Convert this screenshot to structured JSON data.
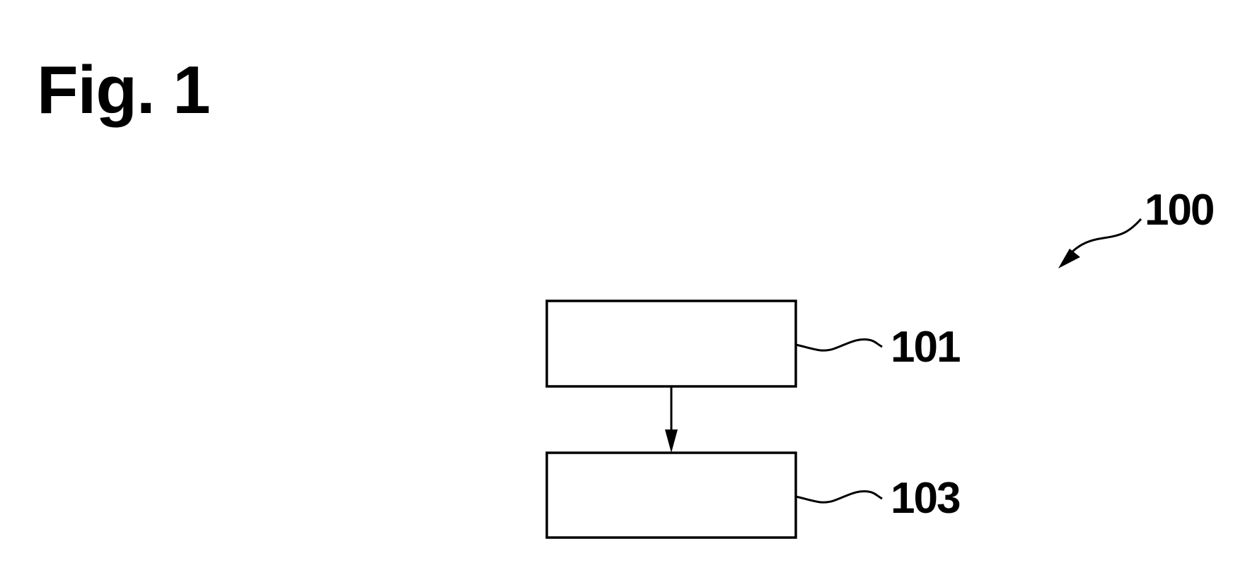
{
  "figure": {
    "title": "Fig. 1",
    "reference": "100"
  },
  "blocks": [
    {
      "id": "block-101",
      "label": "101"
    },
    {
      "id": "block-103",
      "label": "103"
    }
  ],
  "connections": [
    {
      "from": "101",
      "to": "103",
      "type": "arrow"
    }
  ],
  "colors": {
    "ink": "#000000",
    "background": "#ffffff"
  }
}
